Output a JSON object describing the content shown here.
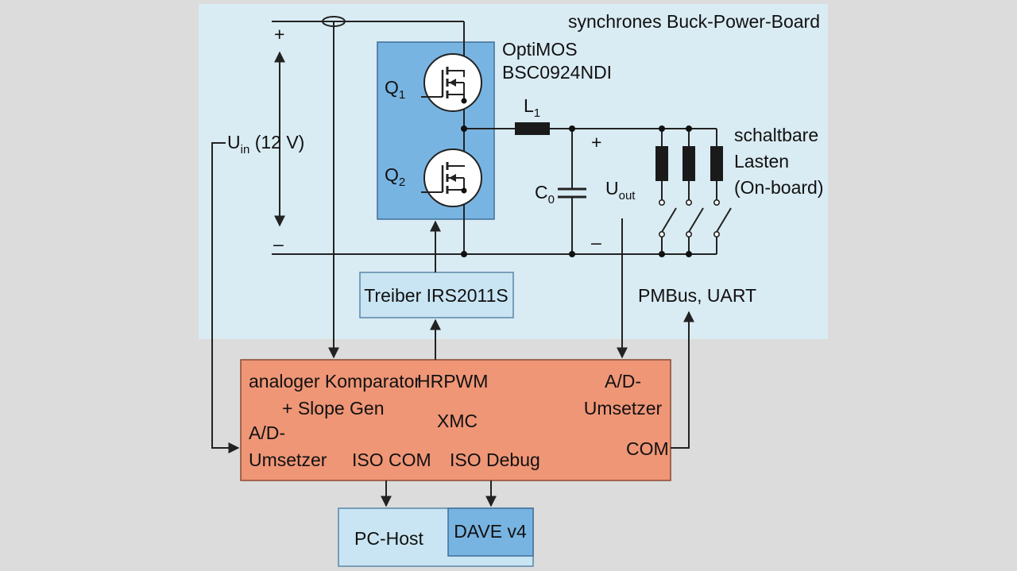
{
  "board": {
    "title": "synchrones Buck-Power-Board"
  },
  "mosfet": {
    "name_line1": "OptiMOS",
    "name_line2": "BSC0924NDI",
    "q1": "Q",
    "q1_sub": "1",
    "q2": "Q",
    "q2_sub": "2"
  },
  "inductor": {
    "label": "L",
    "sub": "1"
  },
  "capacitor": {
    "label": "C",
    "sub": "0"
  },
  "input": {
    "plus": "+",
    "minus": "–",
    "label_main": "U",
    "label_sub": "in",
    "label_rest": " (12 V)"
  },
  "output": {
    "plus": "+",
    "minus": "–",
    "label_main": "U",
    "label_sub": "out"
  },
  "loads": {
    "line1": "schaltbare",
    "line2": "Lasten",
    "line3": "(On-board)"
  },
  "driver": {
    "label": "Treiber IRS2011S"
  },
  "bus": {
    "label": "PMBus, UART"
  },
  "mcu": {
    "comparator_line1": "analoger Komparator",
    "comparator_line2": "+ Slope Gen",
    "hrpwm": "HRPWM",
    "adc_right_line1": "A/D-",
    "adc_right_line2": "Umsetzer",
    "core": "XMC",
    "adc_left_line1": "A/D-",
    "adc_left_line2": "Umsetzer",
    "com": "COM",
    "iso_com": "ISO COM",
    "iso_debug": "ISO Debug"
  },
  "host": {
    "label": "PC-Host",
    "dave": "DAVE v4"
  },
  "colors": {
    "page_bg": "#dcdcdc",
    "board_bg": "#d9ebf3",
    "mosfet_bg": "#78b4e2",
    "mcu_bg": "#ef9677",
    "host_bg": "#c9e5f3",
    "dave_bg": "#78b4e2"
  }
}
